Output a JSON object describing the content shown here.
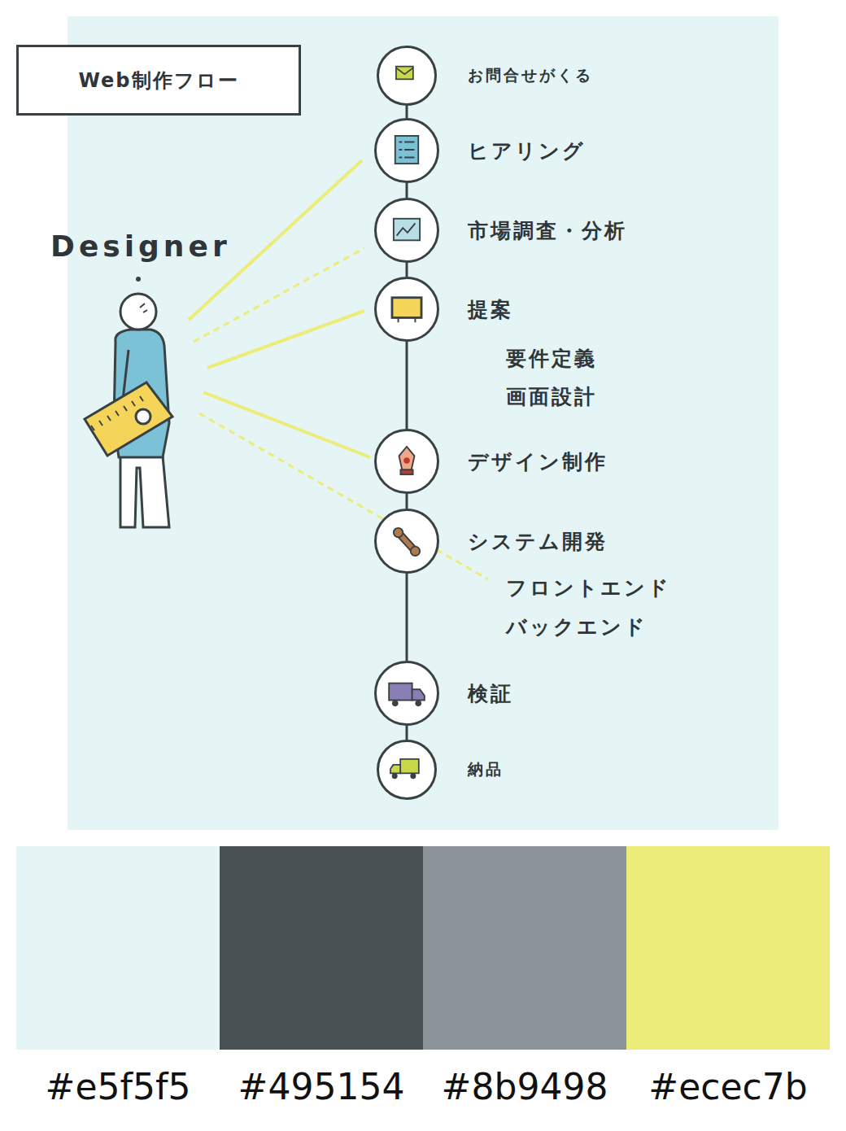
{
  "diagram": {
    "title": "Web制作フロー",
    "nodes": [
      {
        "text": [
          "お問合せがくる"
        ]
      },
      {
        "text": [
          "ヒアリング"
        ]
      },
      {
        "text": [
          "市場調査・分析"
        ]
      },
      {
        "text": [
          "提案"
        ]
      },
      {
        "text": [
          "デザイン制作"
        ]
      },
      {
        "text": [
          "システム開発"
        ]
      },
      {
        "text": [
          "検証"
        ]
      },
      {
        "text": [
          "納品"
        ]
      }
    ],
    "edges": [
      {
        "from": 0,
        "to": 1,
        "arrow": "none"
      },
      {
        "from": 1,
        "to": 2,
        "arrow": "none"
      },
      {
        "from": 2,
        "to": 3,
        "arrow": "none"
      },
      {
        "from": 3,
        "to": 4,
        "arrow": "none"
      },
      {
        "from": 4,
        "to": 5,
        "arrow": "none"
      },
      {
        "from": 5,
        "to": 6,
        "arrow": "none"
      },
      {
        "from": 6,
        "to": 7,
        "arrow": "none"
      }
    ],
    "labels": [
      "Designer",
      "要件定義",
      "画面設計",
      "フロントエンド",
      "バックエンド"
    ],
    "legend": [
      {
        "text": "#e5f5f5",
        "color": "#e5f5f5"
      },
      {
        "text": "#495154",
        "color": "#495154"
      },
      {
        "text": "#8b9498",
        "color": "#8b9498"
      },
      {
        "text": "#ecec7b",
        "color": "#ecec7b"
      }
    ]
  }
}
